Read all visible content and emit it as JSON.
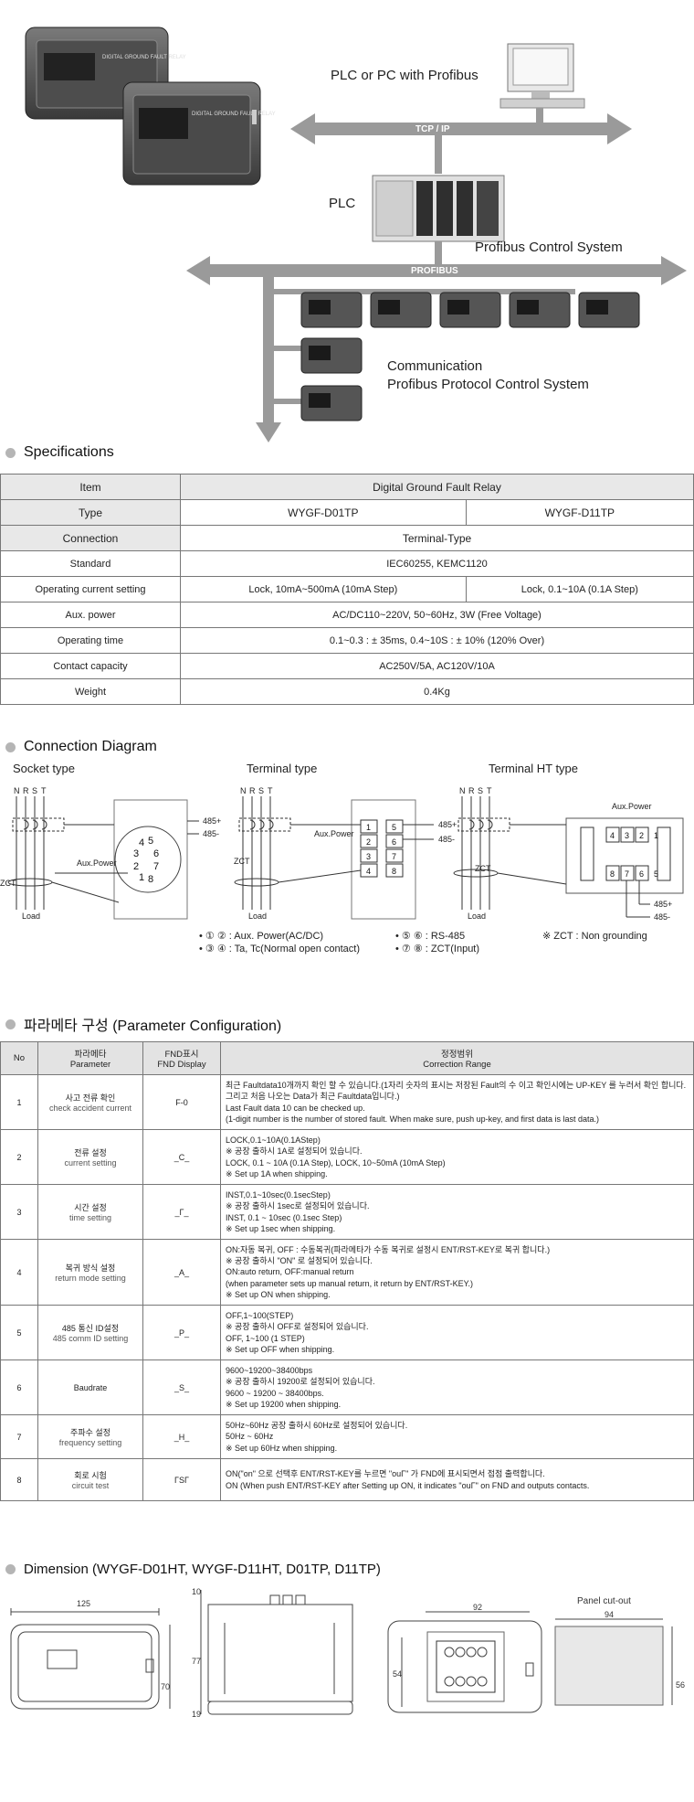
{
  "network": {
    "plc_pc_label": "PLC or PC with Profibus",
    "tcpip_label": "TCP / IP",
    "plc_label": "PLC",
    "profibus_control_label": "Profibus Control System",
    "profibus_bus_label": "PROFIBUS",
    "comm_label_1": "Communication",
    "comm_label_2": "Profibus Protocol Control System",
    "relay_front_label": "DIGITAL GROUND FAULT RELAY",
    "arrow_color": "#9a9a9a"
  },
  "specifications": {
    "title": "Specifications",
    "headers": {
      "item": "Item",
      "product": "Digital Ground Fault Relay"
    },
    "rows": [
      {
        "item": "Type",
        "a": "WYGF-D01TP",
        "b": "WYGF-D11TP"
      },
      {
        "item": "Connection",
        "span": "Terminal-Type"
      },
      {
        "item": "Standard",
        "span": "IEC60255, KEMC1120"
      },
      {
        "item": "Operating current setting",
        "a": "Lock, 10mA~500mA (10mA Step)",
        "b": "Lock, 0.1~10A (0.1A Step)"
      },
      {
        "item": "Aux. power",
        "span": "AC/DC110~220V, 50~60Hz, 3W (Free Voltage)"
      },
      {
        "item": "Operating time",
        "span": "0.1~0.3 : ± 35ms, 0.4~10S : ± 10% (120% Over)"
      },
      {
        "item": "Contact capacity",
        "span": "AC250V/5A, AC120V/10A"
      },
      {
        "item": "Weight",
        "span": "0.4Kg"
      }
    ]
  },
  "connection": {
    "title": "Connection Diagram",
    "socket_type": "Socket type",
    "terminal_type": "Terminal type",
    "terminal_ht_type": "Terminal HT type",
    "nrst": [
      "N",
      "R",
      "S",
      "T"
    ],
    "zct": "ZCT",
    "load": "Load",
    "aux_power": "Aux.Power",
    "aux_power_ht": "Aux.Power",
    "p485plus": "485+",
    "p485minus": "485-",
    "socket_pins": [
      "1",
      "2",
      "3",
      "4",
      "5",
      "6",
      "7",
      "8"
    ],
    "ht_top_pins": [
      "4",
      "3",
      "2",
      "1"
    ],
    "ht_bottom_pins": [
      "8",
      "7",
      "6",
      "5"
    ],
    "legend": {
      "l1": "• ① ② : Aux. Power(AC/DC)",
      "l2": "• ③ ④ : Ta, Tc(Normal open contact)",
      "l3": "• ⑤ ⑥ : RS-485",
      "l4": "• ⑦ ⑧ : ZCT(Input)",
      "l5": "※ ZCT : Non grounding"
    }
  },
  "parameters": {
    "title": "파라메타 구성 (Parameter Configuration)",
    "headers": {
      "no": "No",
      "param_ko": "파라메타",
      "param_en": "Parameter",
      "fnd_ko": "FND표시",
      "fnd_en": "FND Display",
      "range_ko": "정정범위",
      "range_en": "Correction Range"
    },
    "rows": [
      {
        "no": "1",
        "ko": "사고 전류 확인",
        "en": "check accident current",
        "fnd": "F-0",
        "lines": [
          "최근 Faultdata10개까지 확인 할 수 있습니다.(1자리 숫자의 표시는 저장된 Fault의 수 이고 확인시에는 UP-KEY 를 누러서 확인 합니다. 그리고 처음 나오는 Data가 최근 Faultdata입니다.)",
          "Last Fault data 10 can be checked up.",
          "(1-digit number is the number of stored fault. When make sure, push up-key, and first data is last data.)"
        ]
      },
      {
        "no": "2",
        "ko": "전류 설정",
        "en": "current setting",
        "fnd": "_C_",
        "lines": [
          "LOCK,0.1~10A(0.1AStep)",
          "※ 공장 출하시 1A로 설정되어 있습니다.",
          "LOCK, 0.1 ~ 10A (0.1A Step), LOCK, 10~50mA (10mA Step)",
          "※ Set up 1A when shipping."
        ]
      },
      {
        "no": "3",
        "ko": "시간 설정",
        "en": "time setting",
        "fnd": "_Γ_",
        "lines": [
          "INST,0.1~10sec(0.1secStep)",
          "※ 공장 출하시 1sec로 설정되어 있습니다.",
          "INST, 0.1 ~ 10sec (0.1sec Step)",
          "※ Set up 1sec when shipping."
        ]
      },
      {
        "no": "4",
        "ko": "복귀 방식 설정",
        "en": "return mode setting",
        "fnd": "_A_",
        "lines": [
          "ON:자동 복귀, OFF : 수동복귀(파라메타가 수동 복귀로 설정시 ENT/RST-KEY로 복귀 합니다.)",
          "※ 공장 출하시 \"ON\" 로 설정되어 있습니다.",
          "ON:auto return, OFF:manual return",
          "(when parameter sets up manual return, it return by ENT/RST-KEY.)",
          "※ Set up ON when shipping."
        ]
      },
      {
        "no": "5",
        "ko": "485 통신 ID설정",
        "en": "485 comm ID setting",
        "fnd": "_P_",
        "lines": [
          "OFF,1~100(STEP)",
          "※ 공장 출하시 OFF로 설정되어 있습니다.",
          "OFF, 1~100 (1 STEP)",
          "※ Set up OFF when shipping."
        ]
      },
      {
        "no": "6",
        "ko": "Baudrate",
        "en": "",
        "fnd": "_S_",
        "lines": [
          "9600~19200~38400bps",
          "※ 공장 출하시 19200로 설정되어 있습니다.",
          "9600 ~ 19200 ~ 38400bps.",
          "※ Set up 19200 when shipping."
        ]
      },
      {
        "no": "7",
        "ko": "주파수 설정",
        "en": "frequency setting",
        "fnd": "_H_",
        "lines": [
          "50Hz~60Hz 공장 출하시 60Hz로 설정되어 있습니다.",
          "50Hz ~ 60Hz",
          "※ Set up 60Hz when shipping."
        ]
      },
      {
        "no": "8",
        "ko": "회로 시험",
        "en": "circuit test",
        "fnd": "ΓSΓ",
        "lines": [
          "ON(\"on\" 으로 선택후 ENT/RST-KEY를 누르면 \"ouΓ\" 가 FND에 표시되면서 접점 출력합니다.",
          "ON (When push ENT/RST-KEY after Setting up ON, it indicates \"ouΓ\" on FND and outputs contacts."
        ]
      }
    ]
  },
  "dimension": {
    "title": "Dimension (WYGF-D01HT, WYGF-D11HT, D01TP, D11TP)",
    "w125": "125",
    "h70": "70",
    "top10": "10",
    "side77": "77",
    "bottom19": "19",
    "h54": "54",
    "w92": "92",
    "panel_title": "Panel cut-out",
    "cut_w": "94",
    "cut_h": "56"
  }
}
